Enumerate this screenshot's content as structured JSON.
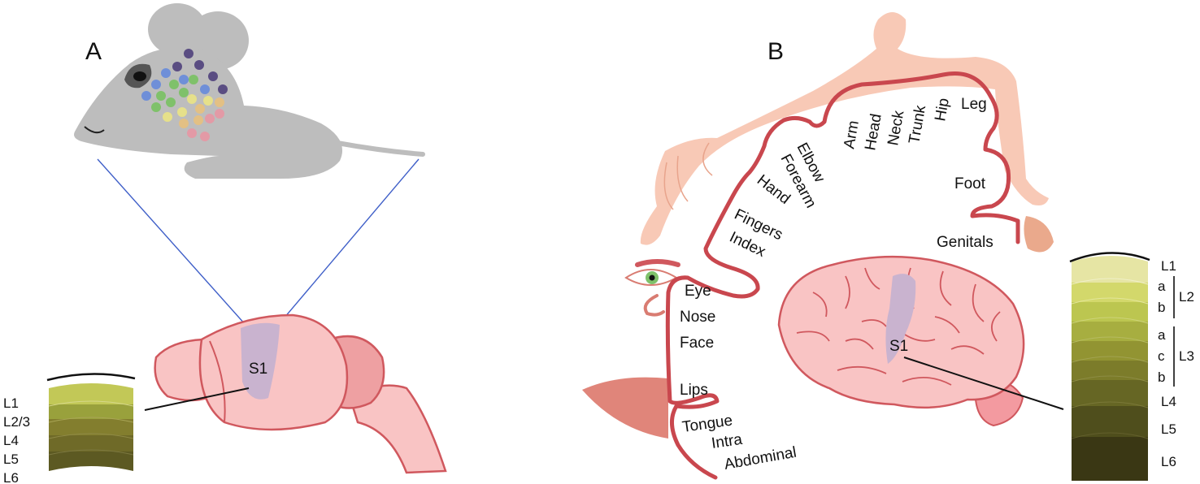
{
  "panel_a": {
    "letter": "A",
    "region_label": "S1",
    "layers": [
      "L1",
      "L2/3",
      "L4",
      "L5",
      "L6"
    ]
  },
  "panel_b": {
    "letter": "B",
    "region_label": "S1",
    "body_labels": [
      "Leg",
      "Hip",
      "Trunk",
      "Neck",
      "Head",
      "Arm",
      "Elbow",
      "Forearm",
      "Hand",
      "Fingers",
      "Index",
      "Foot",
      "Genitals",
      "Eye",
      "Nose",
      "Face",
      "Lips",
      "Tongue",
      "Intra",
      "Abdominal"
    ],
    "layers": [
      "L1",
      "a",
      "b",
      "L2",
      "a",
      "c",
      "b",
      "L3",
      "L4",
      "L5",
      "L6"
    ]
  },
  "colors": {
    "mouse_body": "#bdbdbd",
    "brain_fill": "#f9c4c4",
    "brain_outline": "#d0585e",
    "s1_region": "#c9b3cf",
    "homunculus_skin": "#f8c9b6",
    "cortex_line": "#c9474e",
    "projection_line": "#3f5fc8"
  }
}
